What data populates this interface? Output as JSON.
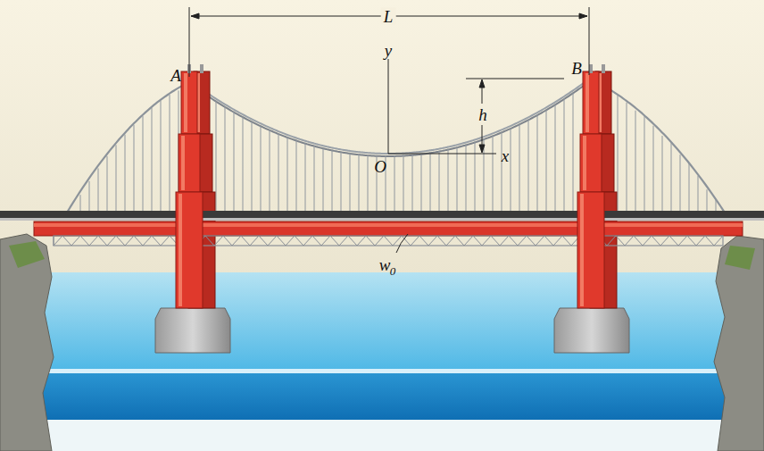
{
  "diagram": {
    "labels": [
      "L",
      "A",
      "B",
      "y",
      "h",
      "O",
      "x",
      "w",
      "0"
    ]
  }
}
